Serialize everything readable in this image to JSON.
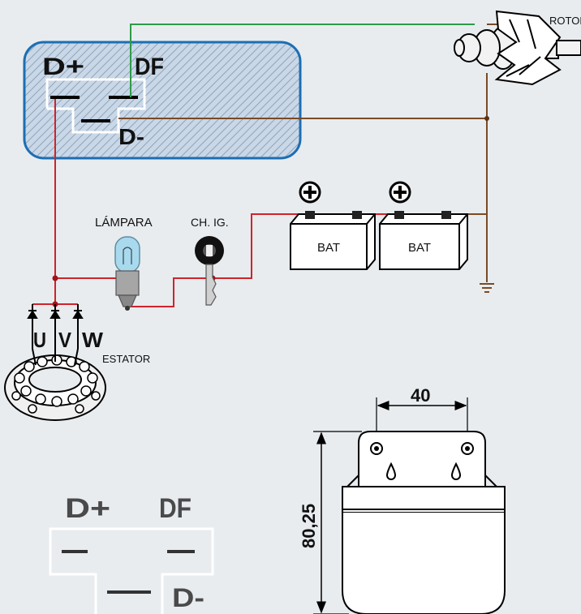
{
  "labels": {
    "rotor": "ROTOR",
    "d_plus": "D+",
    "df": "DF",
    "d_minus": "D-",
    "lampara": "LÁMPARA",
    "ignition": "CH. IG.",
    "bat1": "BAT",
    "bat2": "BAT",
    "u": "U",
    "v": "V",
    "w": "W",
    "estator": "ESTATOR"
  },
  "pinout": {
    "d_plus": "D+",
    "df": "DF",
    "d_minus": "D-"
  },
  "dimensions": {
    "width": "40",
    "height": "80,25"
  },
  "colors": {
    "background": "#e8ecef",
    "regulator_border": "#1c6eb4",
    "wire_red": "#d0232a",
    "wire_green": "#2e9b48",
    "wire_brown": "#7a4a25"
  }
}
